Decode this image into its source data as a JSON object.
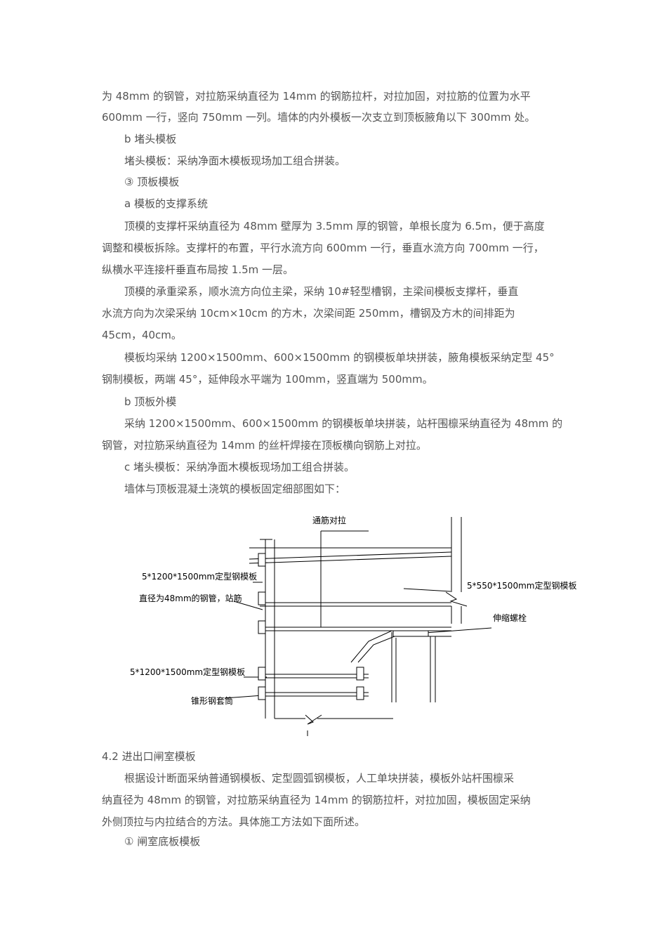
{
  "paragraphs": [
    "为 48mm 的钢管，对拉筋采纳直径为 14mm 的钢筋拉杆，对拉加固，对拉筋的位置为水平",
    "600mm 一行，竖向 750mm 一列。墙体的内外模板一次支立到顶板腋角以下 300mm 处。",
    "b 堵头模板",
    "堵头模板：采纳净面木模板现场加工组合拼装。",
    "③ 顶板模板",
    "a 模板的支撑系统",
    "顶模的支撑杆采纳直径为 48mm 壁厚为 3.5mm 厚的钢管，单根长度为 6.5m，便于高度",
    "调整和模板拆除。支撑杆的布置，平行水流方向 600mm 一行，垂直水流方向 700mm 一行，",
    "纵横水平连接杆垂直布局按 1.5m 一层。",
    "顶模的承重梁系，顺水流方向位主梁，采纳 10#轻型槽钢，主梁间模板支撑杆，垂直",
    "水流方向为次梁采纳 10cm×10cm 的方木，次梁间距 250mm，槽钢及方木的间排距为",
    "45cm，40cm。",
    "模板均采纳 1200×1500mm、600×1500mm 的钢模板单块拼装，腋角模板采纳定型 45°",
    "钢制模板，两端 45°，延伸段水平端为 100mm，竖直端为 500mm。",
    "b 顶板外模",
    "采纳 1200×1500mm、600×1500mm 的钢模板单块拼装，站杆围檩采纳直径为 48mm 的",
    "钢管，对拉筋采纳直径为 14mm 的丝杆焊接在顶板横向钢筋上对拉。",
    "c 堵头模板：采纳净面木模板现场加工组合拼装。",
    "墙体与顶板混凝土浇筑的模板固定细部图如下："
  ],
  "diagram_labels": {
    "top_rod": "通筋对拉",
    "form_upper": "5*1200*1500mm定型钢模板",
    "pipe": "直径为48mm的钢管，站筋",
    "form_right": "5*550*1500mm定型钢模板",
    "bolt": "伸缩螺栓",
    "form_lower": "5*1200*1500mm定型钢模板",
    "sleeve": "锥形钢套筒"
  },
  "after": [
    "4.2 进出口闸室模板",
    "根据设计断面采纳普通钢模板、定型圆弧钢模板，人工单块拼装，模板外站杆围檩采",
    "纳直径为 48mm 的钢管，对拉筋采纳直径为 14mm 的钢筋拉杆，对拉加固，模板固定采纳",
    "外侧顶拉与内拉结合的方法。具体施工方法如下面所述。",
    "① 闸室底板模板"
  ]
}
